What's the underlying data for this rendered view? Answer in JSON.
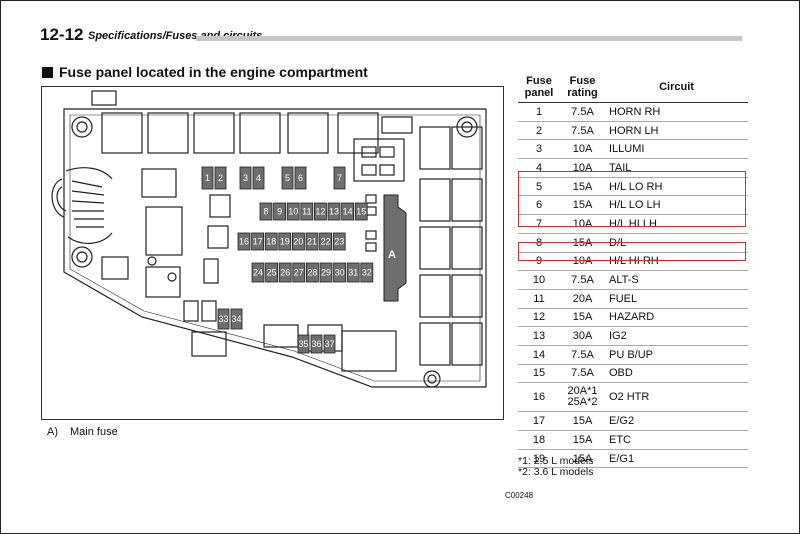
{
  "header": {
    "page_number": "12-12",
    "title": "Specifications/Fuses and circuits"
  },
  "section_title": "Fuse panel located in the engine compartment",
  "diagram": {
    "code": "C00248",
    "main_fuse_label": "A",
    "fuse_numbers": [
      "1",
      "2",
      "3",
      "4",
      "5",
      "6",
      "7",
      "8",
      "9",
      "10",
      "11",
      "12",
      "13",
      "14",
      "15",
      "16",
      "17",
      "18",
      "19",
      "20",
      "21",
      "22",
      "23",
      "24",
      "25",
      "26",
      "27",
      "28",
      "29",
      "30",
      "31",
      "32",
      "33",
      "34",
      "35",
      "36",
      "37"
    ]
  },
  "legend": {
    "key": "A)",
    "text": "Main fuse"
  },
  "table": {
    "headers": {
      "panel": "Fuse panel",
      "rating": "Fuse rating",
      "circuit": "Circuit"
    },
    "rows": [
      {
        "panel": "1",
        "rating": "7.5A",
        "circuit": "HORN RH"
      },
      {
        "panel": "2",
        "rating": "7.5A",
        "circuit": "HORN LH"
      },
      {
        "panel": "3",
        "rating": "10A",
        "circuit": "ILLUMI"
      },
      {
        "panel": "4",
        "rating": "10A",
        "circuit": "TAIL"
      },
      {
        "panel": "5",
        "rating": "15A",
        "circuit": "H/L LO RH"
      },
      {
        "panel": "6",
        "rating": "15A",
        "circuit": "H/L LO LH"
      },
      {
        "panel": "7",
        "rating": "10A",
        "circuit": "H/L HI LH"
      },
      {
        "panel": "8",
        "rating": "15A",
        "circuit": "D/L"
      },
      {
        "panel": "9",
        "rating": "10A",
        "circuit": "H/L HI RH"
      },
      {
        "panel": "10",
        "rating": "7.5A",
        "circuit": "ALT-S"
      },
      {
        "panel": "11",
        "rating": "20A",
        "circuit": "FUEL"
      },
      {
        "panel": "12",
        "rating": "15A",
        "circuit": "HAZARD"
      },
      {
        "panel": "13",
        "rating": "30A",
        "circuit": "IG2"
      },
      {
        "panel": "14",
        "rating": "7.5A",
        "circuit": "PU B/UP"
      },
      {
        "panel": "15",
        "rating": "7.5A",
        "circuit": "OBD"
      },
      {
        "panel": "16",
        "rating": "20A*1 25A*2",
        "circuit": "O2 HTR"
      },
      {
        "panel": "17",
        "rating": "15A",
        "circuit": "E/G2"
      },
      {
        "panel": "18",
        "rating": "15A",
        "circuit": "ETC"
      },
      {
        "panel": "19",
        "rating": "15A",
        "circuit": "E/G1"
      }
    ]
  },
  "footnotes": [
    "*1: 2.5 L models",
    "*2: 3.6 L models"
  ],
  "colors": {
    "highlight": "#c0392b",
    "fuse_fill": "#6e6e6e"
  }
}
